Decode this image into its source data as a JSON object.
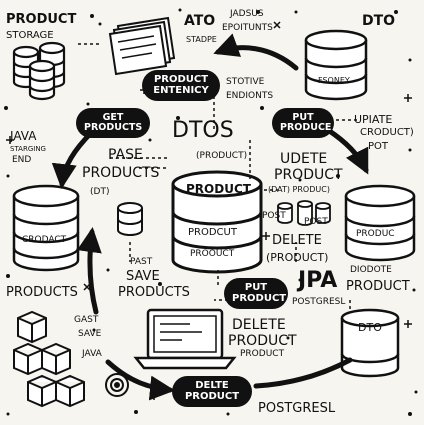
{
  "labels": {
    "product_storage": [
      "PRODUCT",
      "STORAGE"
    ],
    "ato": "ATO",
    "jadsus": [
      "JADSUS",
      "EPOITUNTS"
    ],
    "stadpe": "STADPE",
    "dto_top": "DTO",
    "fsoney": "FSONEY",
    "product_entenicy": [
      "PRODUCT",
      "ENTENICY"
    ],
    "stotive": [
      "STOTIVE",
      "ENDIONTS"
    ],
    "get_products": [
      "GET",
      "PRODUCTS"
    ],
    "put_produce": [
      "PUT",
      "PRODUCE"
    ],
    "java_left": [
      "JAVA",
      "STARGING",
      "END"
    ],
    "dtos": "DTOS",
    "product_paren_top": "(PRODUCT)",
    "upiate": [
      "UPIATE",
      "CRODUCT)",
      "POT"
    ],
    "pase_products": [
      "PASE",
      "PRODUCTS"
    ],
    "udete": [
      "UDETE",
      "PRODUCT"
    ],
    "dt_paren": "(DT)",
    "dat_product": "(DAT) PRODUC)",
    "post_left": "POST",
    "post_right": "POST",
    "crodact": "CRODACT",
    "product_center": "PRODUCT",
    "prodcut": "PRODCUT",
    "proouct": "PROOUCT",
    "product_right": "PRODUC",
    "delete_product_paren": [
      "DELETE",
      "(PRODUCT)"
    ],
    "past": "PAST",
    "save_products": [
      "SAVE",
      "PRODUCTS"
    ],
    "products_left": "PRODUCTS",
    "put_product_pill": [
      "PUT",
      "PRODUCT"
    ],
    "jpa": "JPA",
    "postgresl_mid": "POSTGRESL",
    "diodote": [
      "DIODOTE",
      "PRODUCT"
    ],
    "gast_save": [
      "GAST",
      "SAVE"
    ],
    "java_bottom": "JAVA",
    "delete_product_bottom": [
      "DELETE",
      "PRODUCT",
      "PRODUCT"
    ],
    "dto_bottom": "DTO",
    "delte_product_pill": [
      "DELTE",
      "PRODUCT"
    ],
    "postgresl_bottom": "POSTGRESL"
  }
}
